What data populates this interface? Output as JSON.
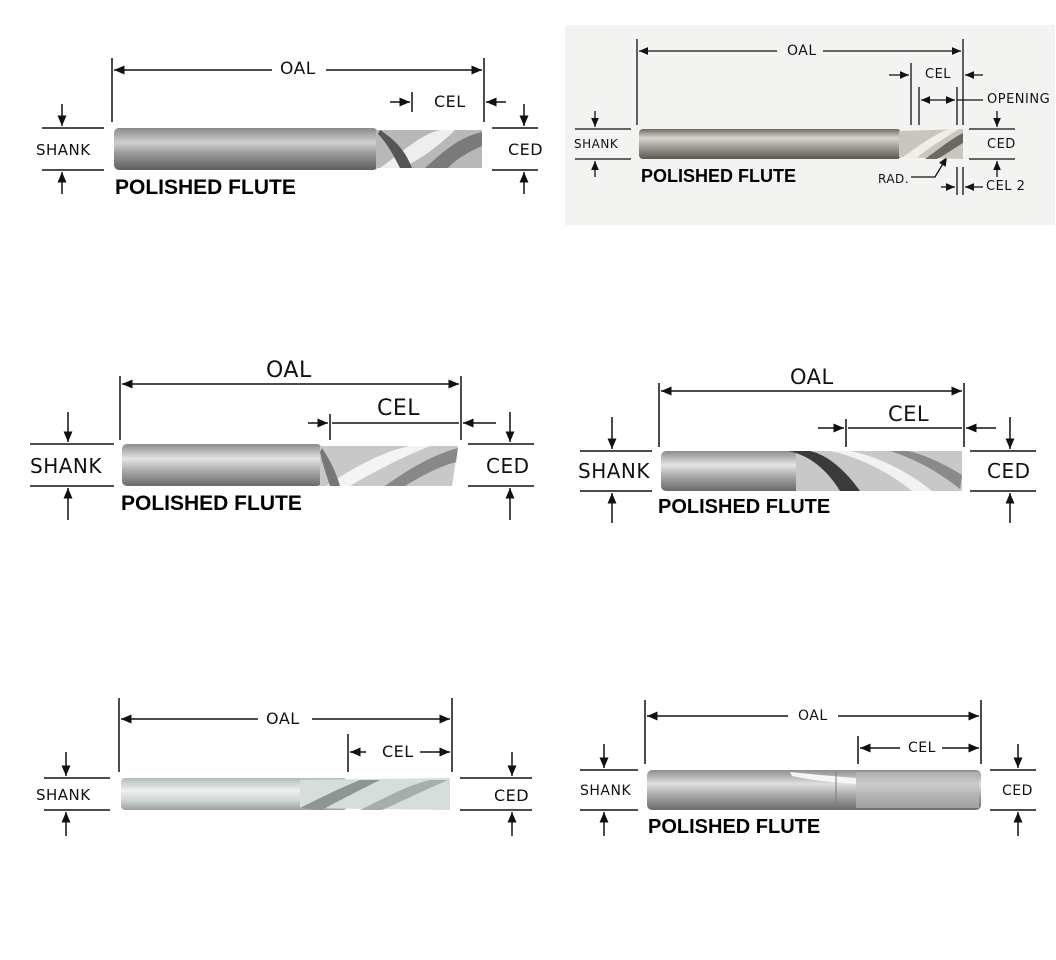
{
  "colors": {
    "line": "#111111",
    "shank_dark": "#6e6e6e",
    "shank_light": "#e2e2e2",
    "panel2_bg": "#f3f3f1"
  },
  "diagrams": [
    {
      "oal": "OAL",
      "cel": "CEL",
      "shank": "SHANK",
      "ced": "CED",
      "polished": "POLISHED FLUTE"
    },
    {
      "oal": "OAL",
      "cel": "CEL",
      "opening": "OPENING",
      "shank": "SHANK",
      "ced": "CED",
      "polished": "POLISHED FLUTE",
      "rad": "RAD.",
      "cel2": "CEL 2"
    },
    {
      "oal": "OAL",
      "cel": "CEL",
      "shank": "SHANK",
      "ced": "CED",
      "polished": "POLISHED FLUTE"
    },
    {
      "oal": "OAL",
      "cel": "CEL",
      "shank": "SHANK",
      "ced": "CED",
      "polished": "POLISHED FLUTE"
    },
    {
      "oal": "OAL",
      "cel": "CEL",
      "shank": "SHANK",
      "ced": "CED"
    },
    {
      "oal": "OAL",
      "cel": "CEL",
      "shank": "SHANK",
      "ced": "CED",
      "polished": "POLISHED FLUTE"
    }
  ]
}
